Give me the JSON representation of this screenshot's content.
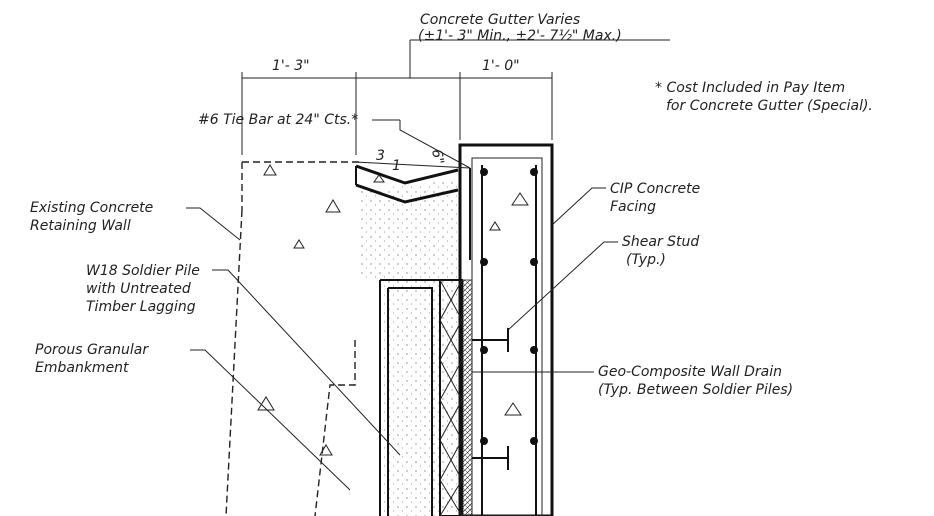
{
  "labels": {
    "gutter_title": "Concrete Gutter Varies",
    "gutter_range": "(±1'- 3\" Min., ±2'- 7½\" Max.)",
    "dim_left": "1'- 3\"",
    "dim_right": "1'- 0\"",
    "tie_bar": "#6 Tie Bar at 24\" Cts.*",
    "cost_note_1": "* Cost Included in Pay Item",
    "cost_note_2": "for Concrete Gutter (Special).",
    "slope_run": "3",
    "slope_rise": "1",
    "six_inch": "6\"",
    "existing_wall_1": "Existing Concrete",
    "existing_wall_2": "Retaining Wall",
    "soldier_pile_1": "W18 Soldier Pile",
    "soldier_pile_2": "with Untreated",
    "soldier_pile_3": "Timber Lagging",
    "embankment_1": "Porous Granular",
    "embankment_2": "Embankment",
    "cip_1": "CIP Concrete",
    "cip_2": "Facing",
    "shear_1": "Shear Stud",
    "shear_2": "(Typ.)",
    "drain_1": "Geo-Composite Wall Drain",
    "drain_2": "(Typ. Between Soldier Piles)"
  }
}
